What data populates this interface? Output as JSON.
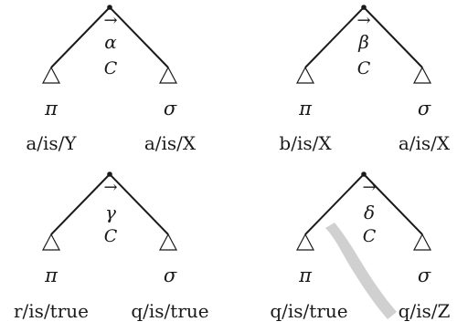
{
  "trees": [
    {
      "greek": "α",
      "arrow": "→",
      "c_label": "C",
      "left_symbol": "π",
      "right_symbol": "σ",
      "left_path": "a/is/Y",
      "right_path": "a/is/X"
    },
    {
      "greek": "β",
      "arrow": "→",
      "c_label": "C",
      "left_symbol": "π",
      "right_symbol": "σ",
      "left_path": "b/is/X",
      "right_path": "a/is/X"
    },
    {
      "greek": "γ",
      "arrow": "→",
      "c_label": "C",
      "left_symbol": "π",
      "right_symbol": "σ",
      "left_path": "r/is/true",
      "right_path": "q/is/true"
    },
    {
      "greek": "δ",
      "arrow": "→",
      "c_label": "C",
      "left_symbol": "π",
      "right_symbol": "σ",
      "left_path": "q/is/true",
      "right_path": "q/is/Z"
    }
  ],
  "colors": {
    "ink": "#1a1a1a",
    "watermark": "#c8c8c8"
  }
}
